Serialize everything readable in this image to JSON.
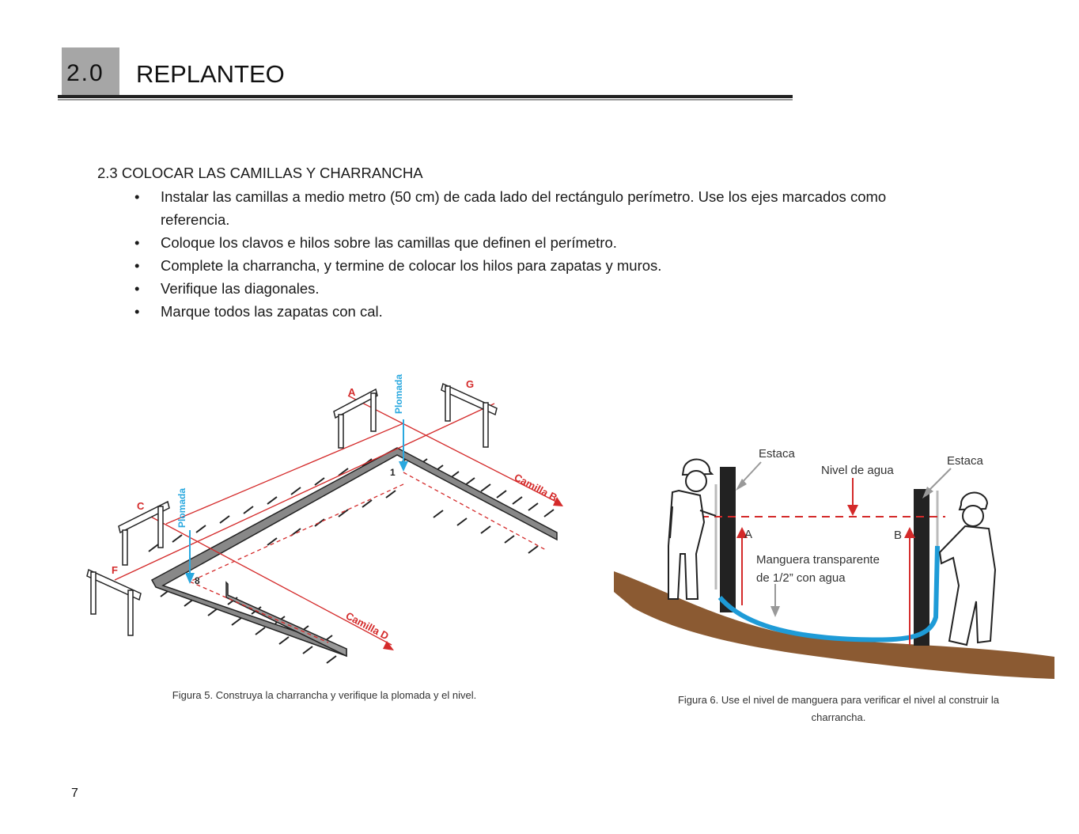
{
  "header": {
    "section_number": "2.0",
    "section_title": "REPLANTEO"
  },
  "subsection": {
    "heading": "2.3  COLOCAR LAS CAMILLAS Y CHARRANCHA"
  },
  "bullets": [
    "Instalar las camillas a medio metro (50 cm) de cada lado del rectángulo perímetro.  Use los ejes marcados como referencia.",
    "Coloque los clavos e hilos sobre las camillas que definen el perímetro.",
    "Complete la charrancha, y termine de colocar los hilos para zapatas y muros.",
    "Verifique las diagonales.",
    "Marque todos las zapatas con cal."
  ],
  "bullet_symbol": "•",
  "figure5": {
    "labels": {
      "a": "A",
      "g": "G",
      "c": "C",
      "f": "F",
      "one": "1",
      "eight": "8",
      "plomada1": "Plomada",
      "plomada2": "Plomada",
      "camilla_b": "Camilla B",
      "camilla_d": "Camilla D"
    },
    "caption": "Figura 5. Construya la charrancha y verifique la plomada y el nivel."
  },
  "figure6": {
    "labels": {
      "estaca_left": "Estaca",
      "estaca_right": "Estaca",
      "nivel": "Nivel de agua",
      "a": "A",
      "b": "B",
      "manguera_1": "Manguera transparente",
      "manguera_2": "de 1/2” con agua"
    },
    "caption": "Figura 6. Use el nivel de manguera para verificar el nivel al construir la charrancha."
  },
  "colors": {
    "red": "#d42a2a",
    "blue": "#29a8df",
    "ground": "#8b5a32",
    "gray_box": "#a6a6a6"
  },
  "page_number": "7"
}
